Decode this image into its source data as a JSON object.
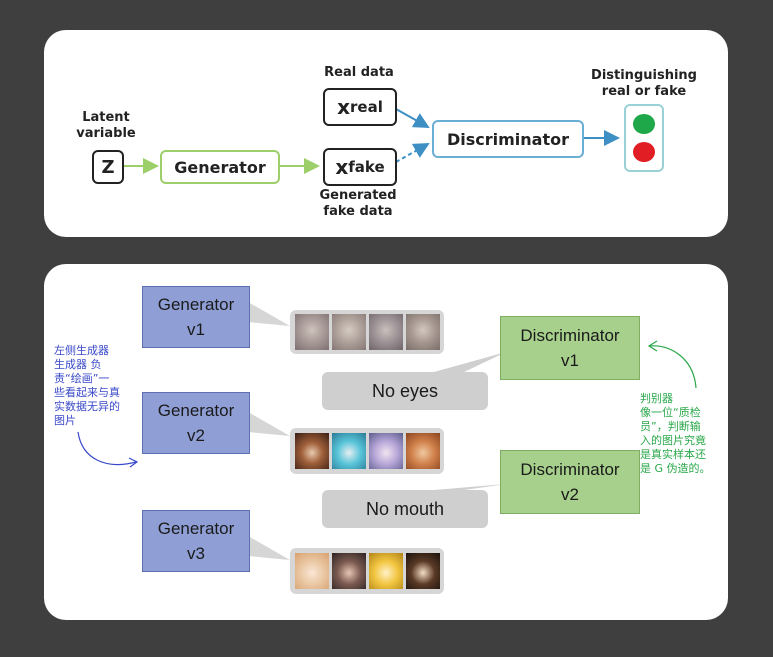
{
  "top": {
    "latent_label": [
      "Latent",
      "variable"
    ],
    "z_label": "Z",
    "generator_label": "Generator",
    "real_data_label": "Real data",
    "x_real": {
      "base": "x",
      "sub": "real"
    },
    "x_fake": {
      "base": "x",
      "sub": "fake"
    },
    "generated_label": [
      "Generated",
      "fake data"
    ],
    "discriminator_label": "Discriminator",
    "distinguishing_label": [
      "Distinguishing",
      "real or fake"
    ],
    "light_colors": {
      "green": "#1fa84a",
      "red": "#e01e24"
    }
  },
  "bottom": {
    "generators": [
      {
        "line1": "Generator",
        "line2": "v1"
      },
      {
        "line1": "Generator",
        "line2": "v2"
      },
      {
        "line1": "Generator",
        "line2": "v3"
      }
    ],
    "discriminators": [
      {
        "line1": "Discriminator",
        "line2": "v1"
      },
      {
        "line1": "Discriminator",
        "line2": "v2"
      }
    ],
    "feedback": [
      "No eyes",
      "No mouth"
    ],
    "left_note": [
      "左侧生成器",
      "生成器 负",
      "责“绘画”一",
      "些看起来与真",
      "实数据无异的",
      "图片"
    ],
    "right_note": [
      "判别器",
      "像一位“质检",
      "员”，判断输",
      "入的图片究竟",
      "是真实样本还",
      "是 G 伪造的。"
    ],
    "colors": {
      "generator": "#8f9fd6",
      "discriminator": "#a7d08c",
      "feedback": "#cfcfcf",
      "left_note": "#3a49c9",
      "right_note": "#2aa84a"
    }
  }
}
